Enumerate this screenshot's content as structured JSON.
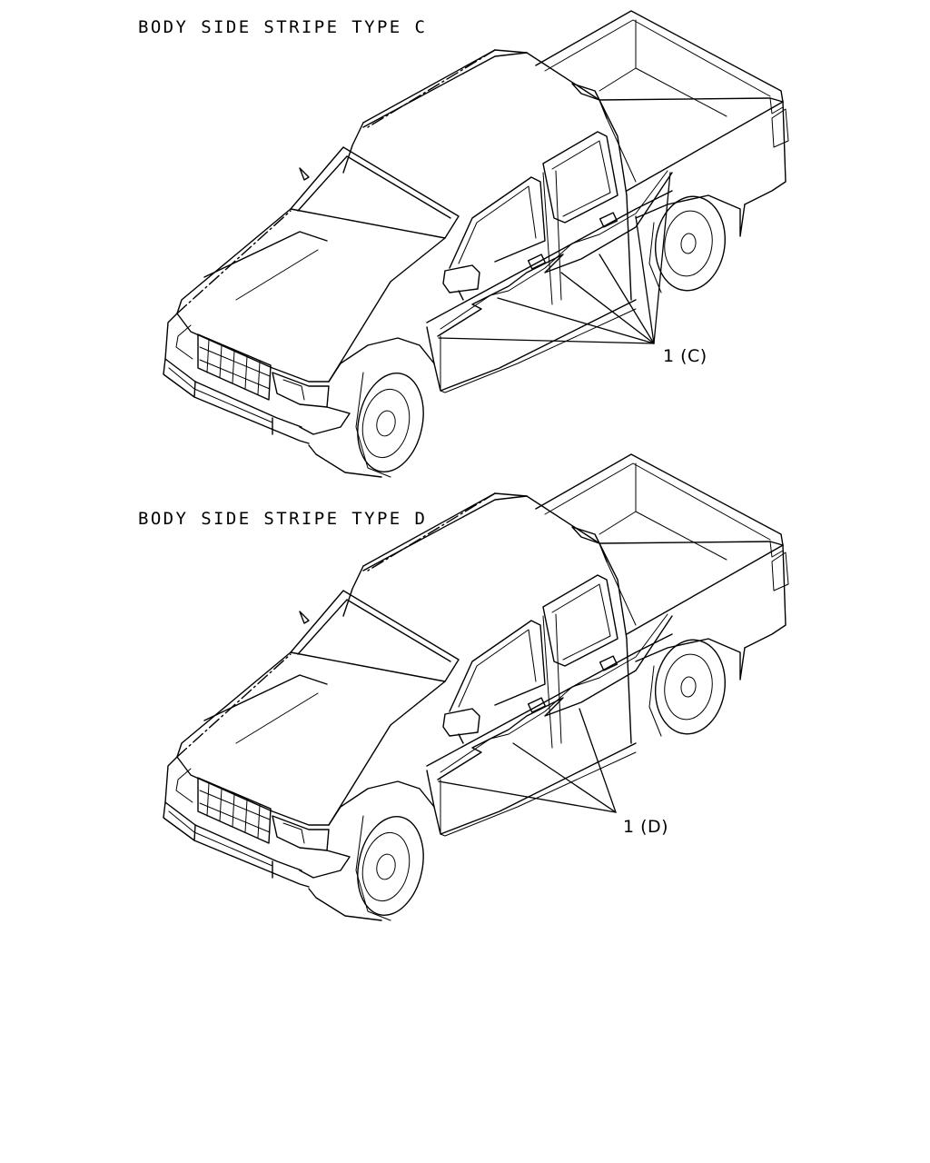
{
  "figures": [
    {
      "id": "type-c",
      "title": "BODY SIDE STRIPE TYPE C",
      "callout": "1 (C)"
    },
    {
      "id": "type-d",
      "title": "BODY SIDE STRIPE TYPE D",
      "callout": "1 (D)"
    }
  ]
}
